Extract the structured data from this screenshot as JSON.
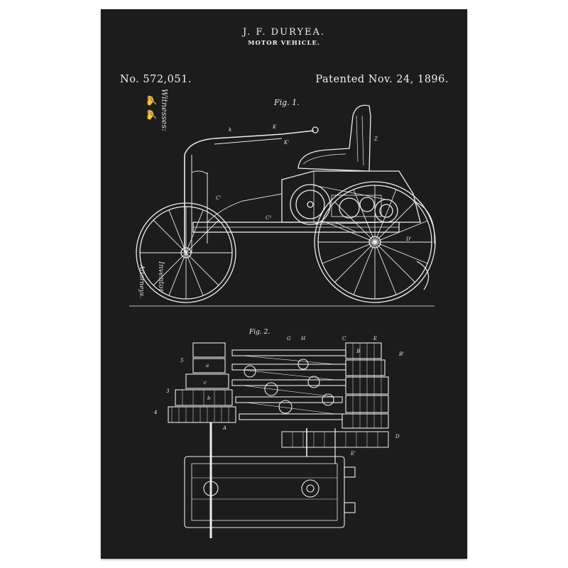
{
  "patent": {
    "inventor": "J. F. DURYEA.",
    "title": "MOTOR VEHICLE.",
    "number": "No. 572,051.",
    "date": "Patented Nov. 24, 1896."
  },
  "figures": {
    "fig1_label": "Fig. 1.",
    "fig2_label": "Fig. 2."
  },
  "margin_notes": {
    "witnesses": "Witnesses:",
    "inventor": "Inventor",
    "attorney": "Attorneys."
  },
  "part_labels": [
    "K",
    "k",
    "K'",
    "C'",
    "C²",
    "D'",
    "Z",
    "a",
    "b",
    "c",
    "A",
    "B",
    "C",
    "D",
    "E",
    "E'",
    "B'",
    "G",
    "H",
    "5",
    "4",
    "3"
  ],
  "colors": {
    "background": "#1c1c1c",
    "ink": "#f0f0f0"
  }
}
